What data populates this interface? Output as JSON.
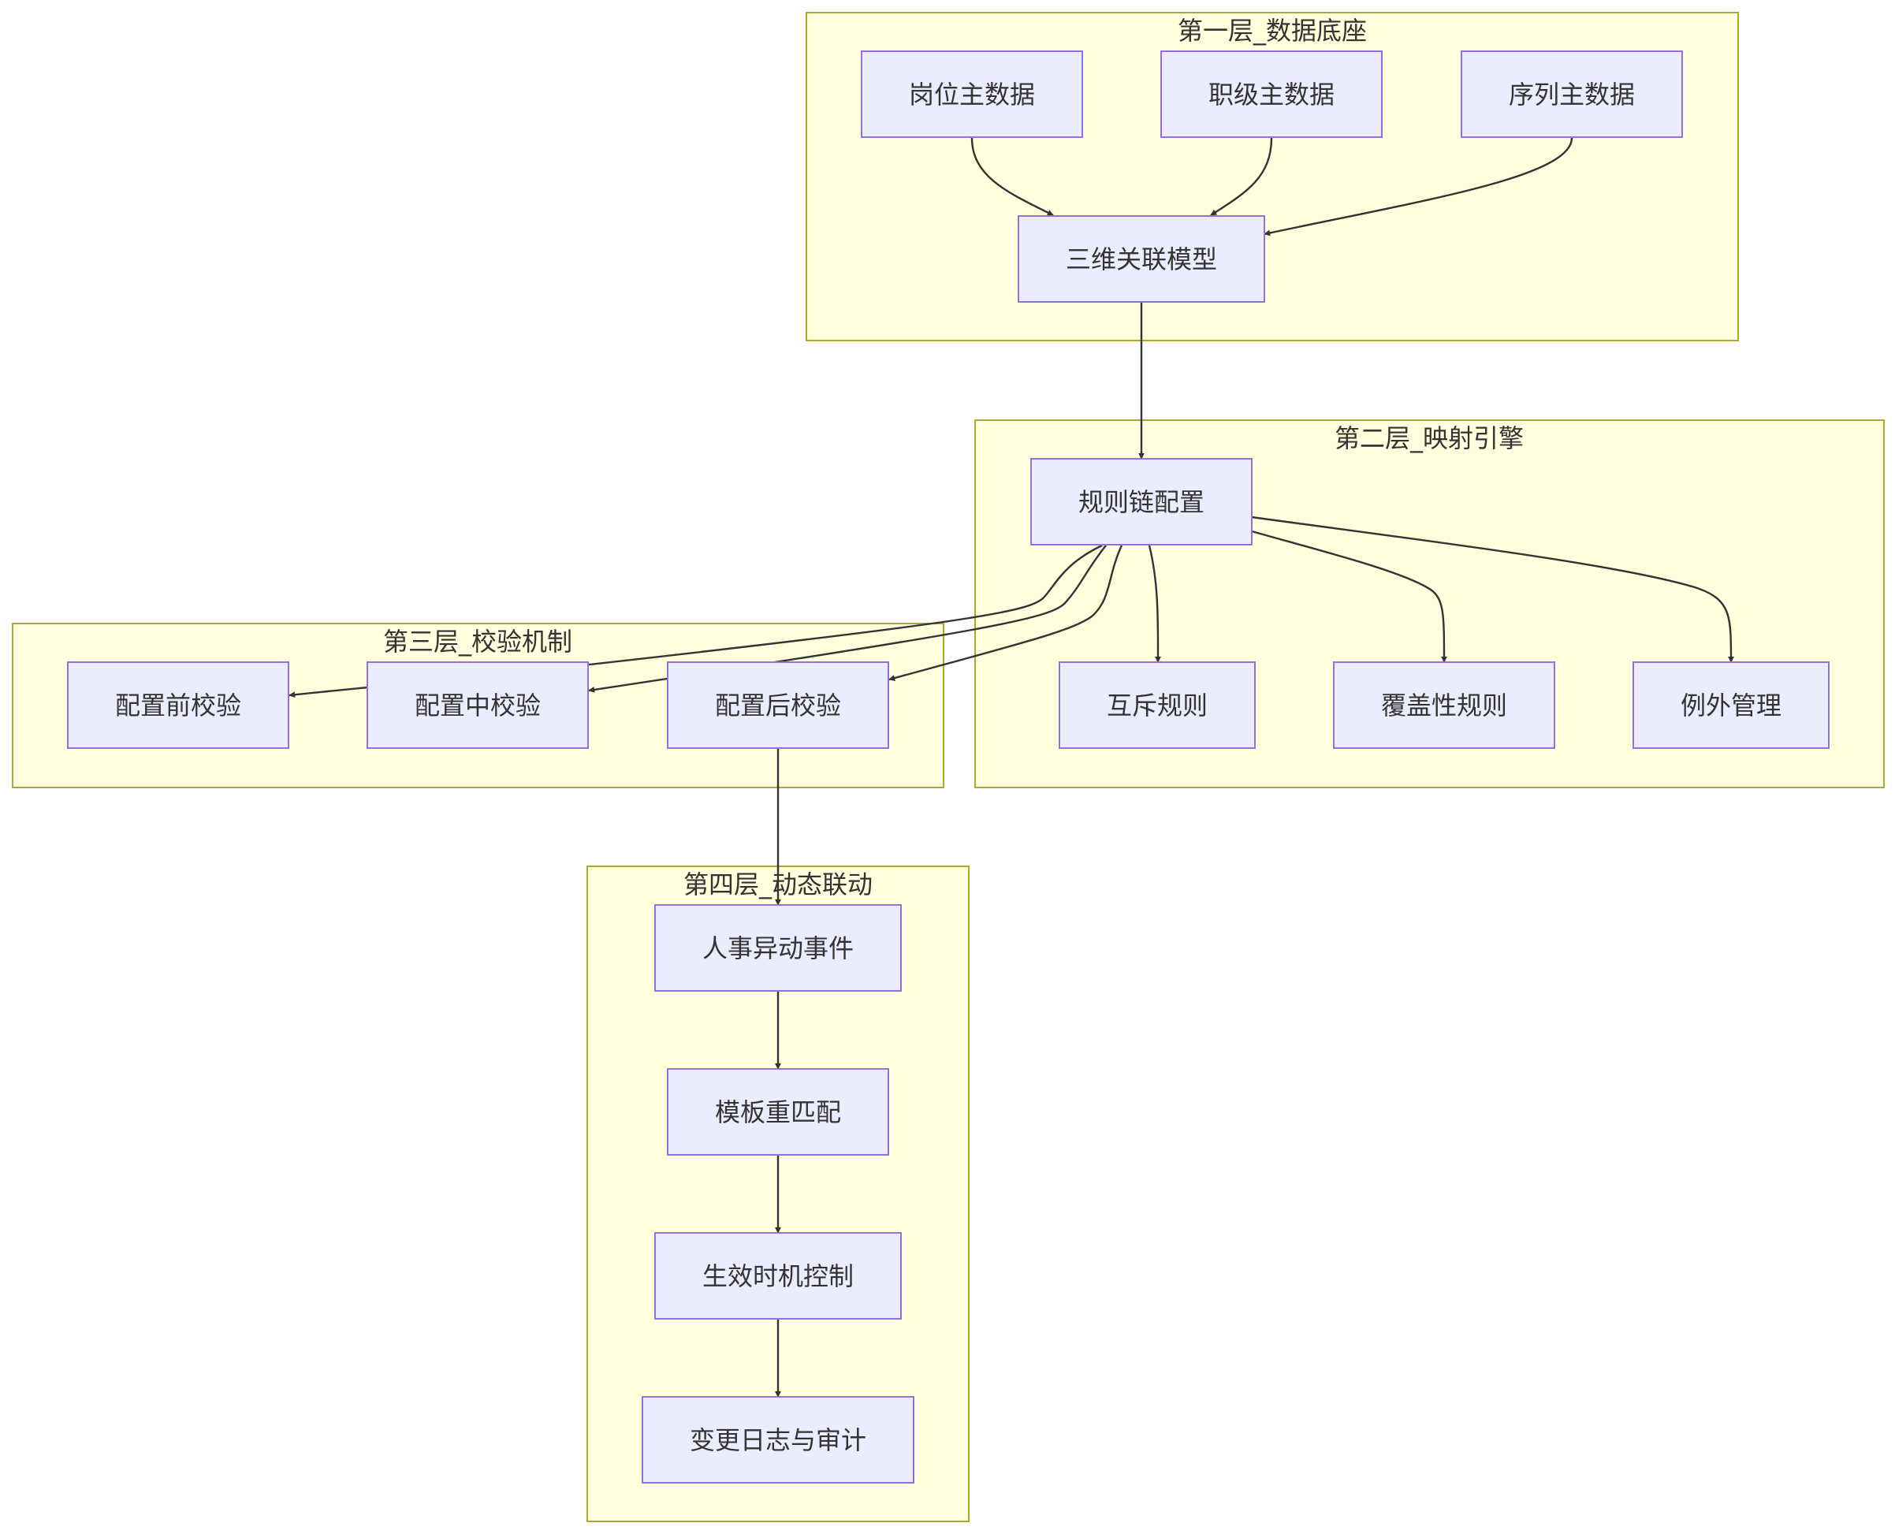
{
  "colors": {
    "cluster_fill": "#ffffde",
    "cluster_stroke": "#aaaa33",
    "node_fill": "#ececff",
    "node_stroke": "#9370db",
    "edge": "#333333",
    "text": "#333333"
  },
  "clusters": {
    "layer1": {
      "label": "第一层_数据底座"
    },
    "layer2": {
      "label": "第二层_映射引擎"
    },
    "layer3": {
      "label": "第三层_校验机制"
    },
    "layer4": {
      "label": "第四层_动态联动"
    }
  },
  "nodes": {
    "position_master": {
      "label": "岗位主数据"
    },
    "grade_master": {
      "label": "职级主数据"
    },
    "sequence_master": {
      "label": "序列主数据"
    },
    "relation_model": {
      "label": "三维关联模型"
    },
    "rule_chain": {
      "label": "规则链配置"
    },
    "mutex_rule": {
      "label": "互斥规则"
    },
    "override_rule": {
      "label": "覆盖性规则"
    },
    "exception_mgmt": {
      "label": "例外管理"
    },
    "pre_check": {
      "label": "配置前校验"
    },
    "mid_check": {
      "label": "配置中校验"
    },
    "post_check": {
      "label": "配置后校验"
    },
    "hr_event": {
      "label": "人事异动事件"
    },
    "template_rematch": {
      "label": "模板重匹配"
    },
    "effective_timing": {
      "label": "生效时机控制"
    },
    "change_log": {
      "label": "变更日志与审计"
    }
  },
  "edges": [
    {
      "from": "position_master",
      "to": "relation_model"
    },
    {
      "from": "grade_master",
      "to": "relation_model"
    },
    {
      "from": "sequence_master",
      "to": "relation_model"
    },
    {
      "from": "relation_model",
      "to": "rule_chain"
    },
    {
      "from": "rule_chain",
      "to": "mutex_rule"
    },
    {
      "from": "rule_chain",
      "to": "override_rule"
    },
    {
      "from": "rule_chain",
      "to": "exception_mgmt"
    },
    {
      "from": "rule_chain",
      "to": "pre_check"
    },
    {
      "from": "rule_chain",
      "to": "mid_check"
    },
    {
      "from": "rule_chain",
      "to": "post_check"
    },
    {
      "from": "post_check",
      "to": "hr_event"
    },
    {
      "from": "hr_event",
      "to": "template_rematch"
    },
    {
      "from": "template_rematch",
      "to": "effective_timing"
    },
    {
      "from": "effective_timing",
      "to": "change_log"
    }
  ]
}
